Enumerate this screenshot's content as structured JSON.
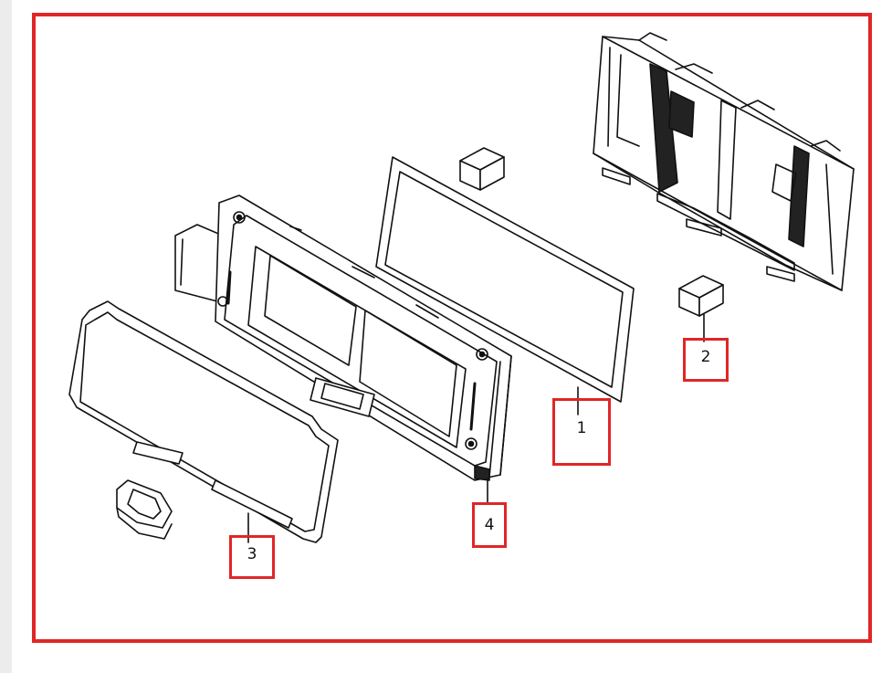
{
  "colors": {
    "highlight": "#e02626",
    "linework": "#111111",
    "background": "#ffffff"
  },
  "callouts": [
    {
      "label": "1"
    },
    {
      "label": "2"
    },
    {
      "label": "3"
    },
    {
      "label": "4"
    }
  ]
}
